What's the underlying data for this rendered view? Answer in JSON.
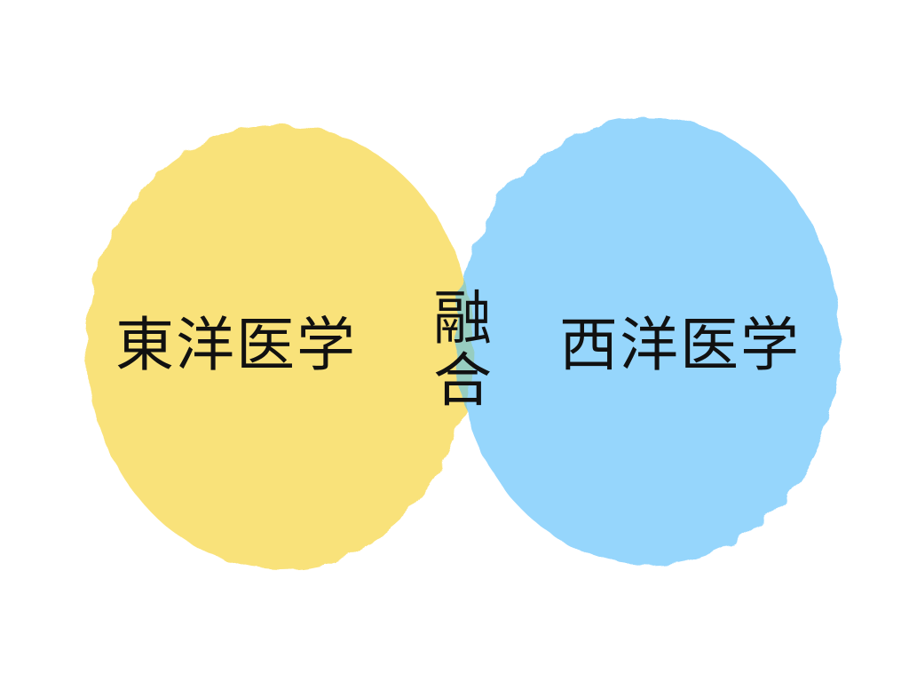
{
  "diagram": {
    "left_label": "東洋医学",
    "right_label": "西洋医学",
    "overlap_label_top": "融",
    "overlap_label_bottom": "合",
    "colors": {
      "left": "#F9E27A",
      "right": "#96D6FC",
      "overlap": "#97CDC0",
      "text": "#111111"
    }
  }
}
